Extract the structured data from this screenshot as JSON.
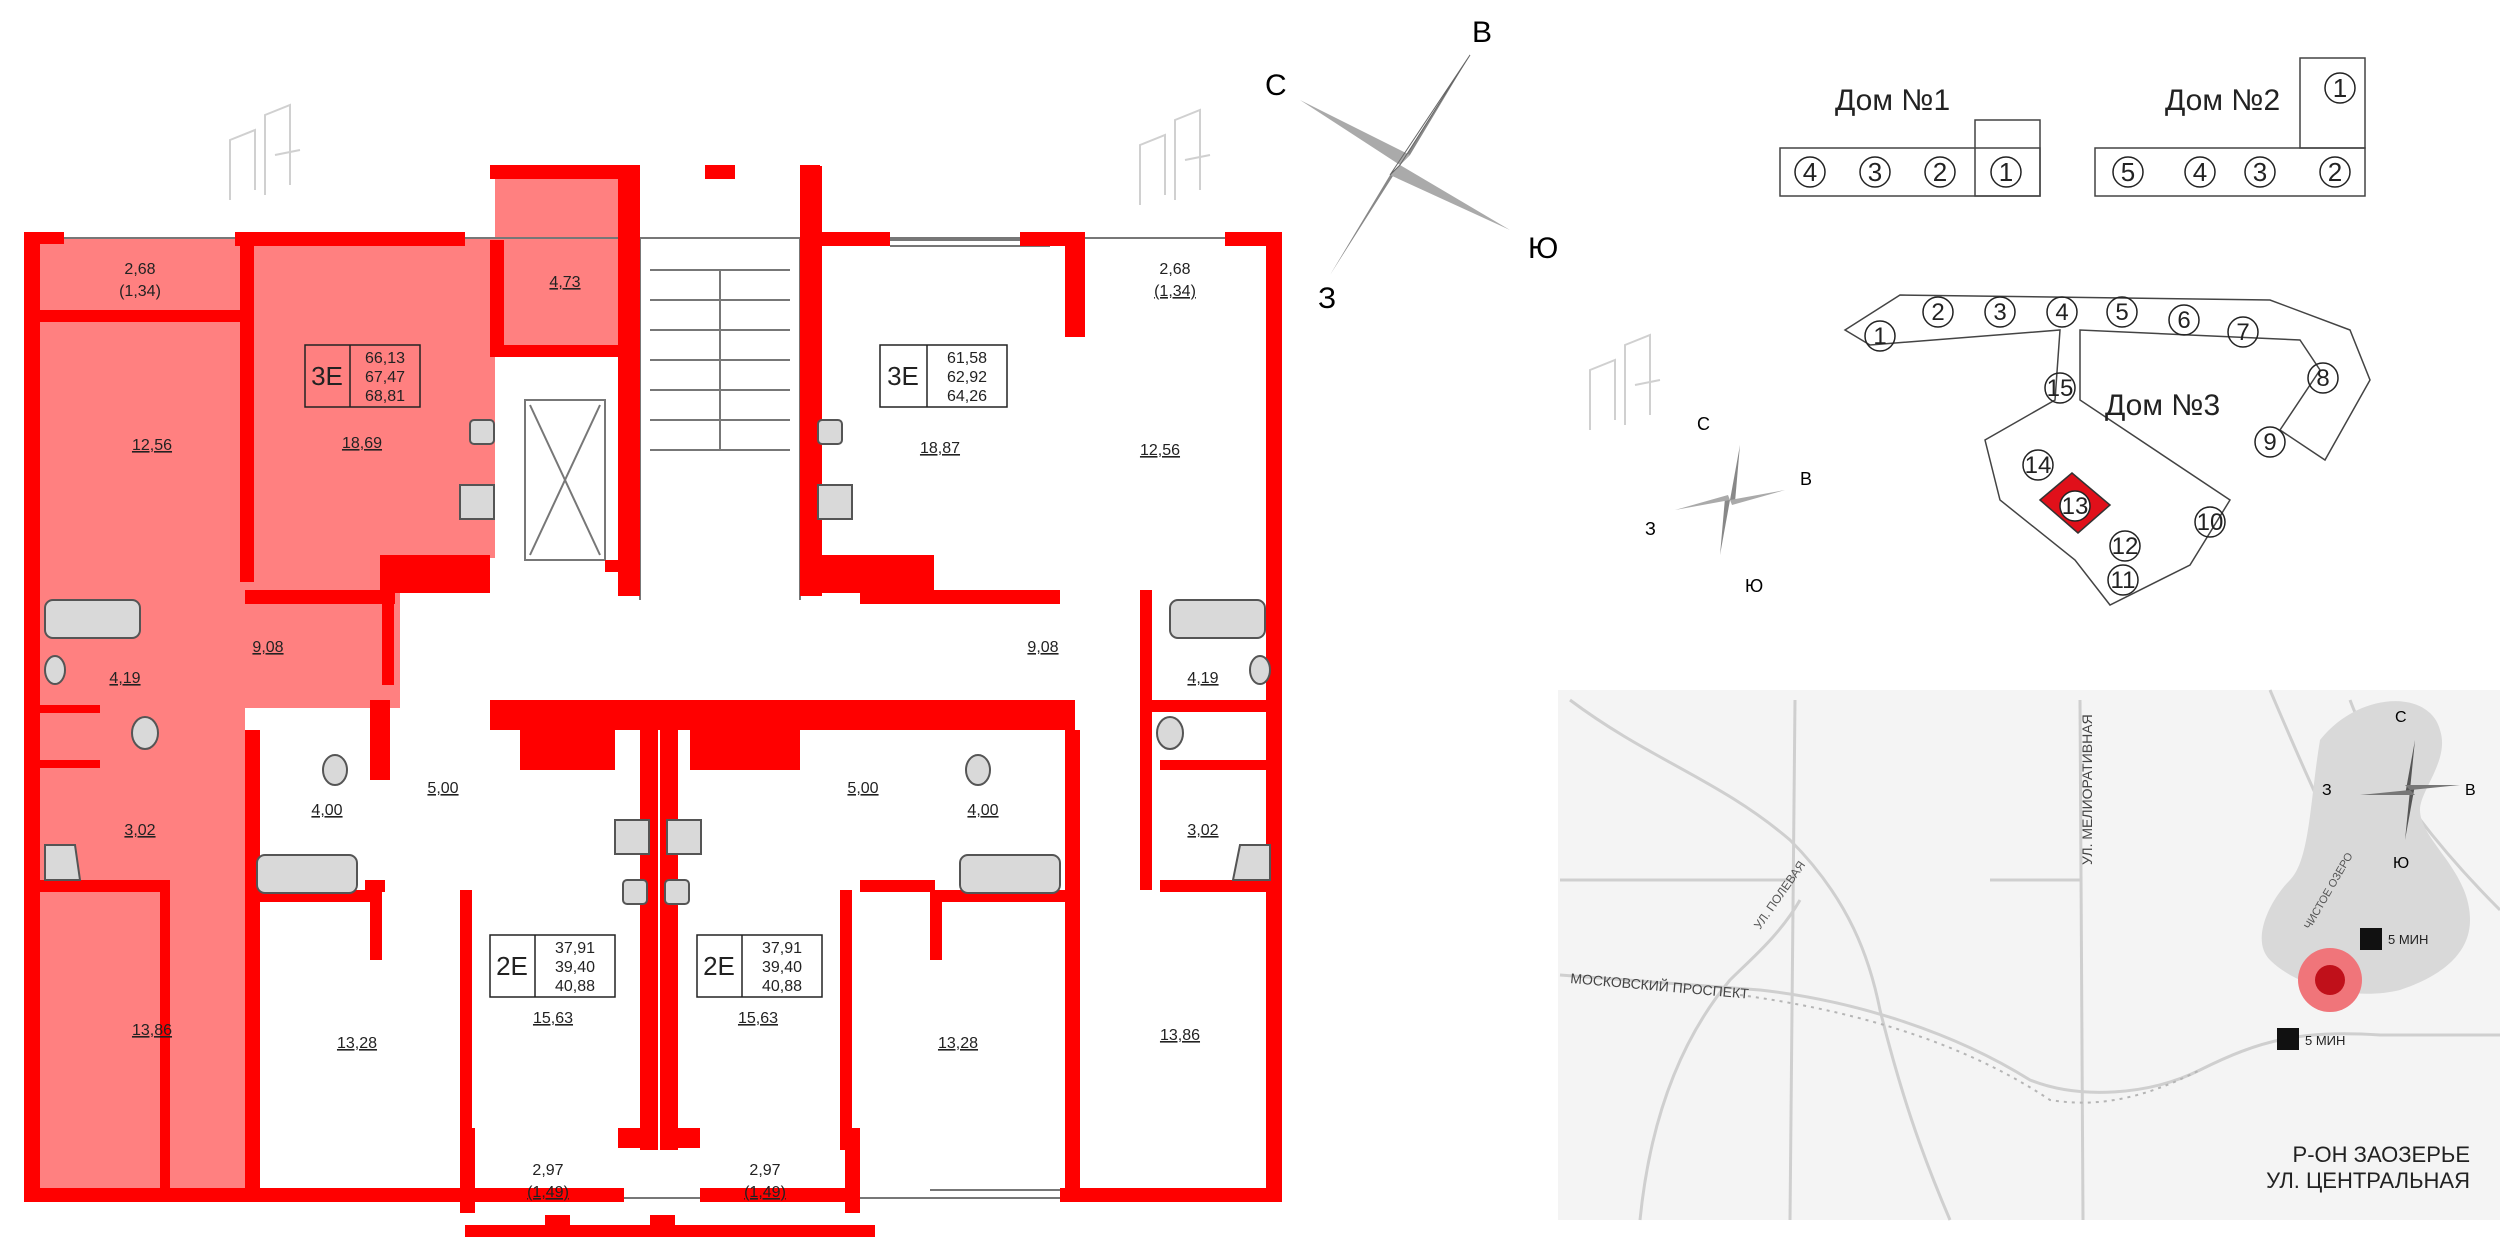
{
  "floorplan": {
    "balcony_left_area": "2,68",
    "balcony_left_sub": "(1,34)",
    "balcony_right_area": "2,68",
    "balcony_right_sub": "(1,34)",
    "loggia_top_area": "4,73",
    "room_left_top": "12,56",
    "room_right_top": "12,56",
    "kitchen_left": "18,69",
    "kitchen_right": "18,87",
    "hall_left": "9,08",
    "hall_right": "9,08",
    "bath_left": "4,19",
    "bath_right": "4,19",
    "wc_left": "3,02",
    "wc_right": "3,02",
    "room_left_bottom": "13,86",
    "room_right_bottom": "13,86",
    "bath_c_left": "4,00",
    "bath_c_right": "4,00",
    "hall_c_left": "5,00",
    "hall_c_right": "5,00",
    "room_c_left": "13,28",
    "room_c_right": "13,28",
    "studio_left": "15,63",
    "studio_right": "15,63",
    "balcony_c_left_area": "2,97",
    "balcony_c_left_sub": "(1,49)",
    "balcony_c_right_area": "2,97",
    "balcony_c_right_sub": "(1,49)",
    "units": [
      {
        "type": "3Е",
        "a": "66,13",
        "b": "67,47",
        "c": "68,81"
      },
      {
        "type": "3Е",
        "a": "61,58",
        "b": "62,92",
        "c": "64,26"
      },
      {
        "type": "2Е",
        "a": "37,91",
        "b": "39,40",
        "c": "40,88"
      },
      {
        "type": "2Е",
        "a": "37,91",
        "b": "39,40",
        "c": "40,88"
      }
    ]
  },
  "compass_main": {
    "n": "С",
    "e": "В",
    "s": "Ю",
    "w": "З"
  },
  "compass_small": {
    "n": "С",
    "e": "В",
    "s": "Ю",
    "w": "З"
  },
  "compass_map": {
    "n": "С",
    "e": "В",
    "s": "Ю",
    "w": "З"
  },
  "houses": {
    "house1_title": "Дом №1",
    "house2_title": "Дом №2",
    "house3_title": "Дом №3",
    "house1_sections": [
      "4",
      "3",
      "2",
      "1"
    ],
    "house2_sections": [
      "1",
      "5",
      "4",
      "3",
      "2"
    ],
    "house3_sections": [
      "1",
      "2",
      "3",
      "4",
      "5",
      "6",
      "7",
      "8",
      "9",
      "10",
      "11",
      "12",
      "13",
      "14",
      "15"
    ],
    "selected_section": "13"
  },
  "map": {
    "street_1": "МОСКОВСКИЙ ПРОСПЕКТ",
    "street_2": "УЛ. МЕЛИОРАТИВНАЯ",
    "street_3": "УЛ. ПОЛЕВАЯ",
    "lake": "ЧИСТОЕ ОЗЕРО",
    "bus_time_1": "5 МИН",
    "bus_time_2": "5 МИН",
    "district_line1": "Р-ОН ЗАОЗЕРЬЕ",
    "district_line2": "УЛ. ЦЕНТРАЛЬНАЯ"
  },
  "colors": {
    "accent": "#ff0000",
    "accent_fill": "#ff8080",
    "selected": "#e0101a",
    "map_road": "#cfcfcf"
  }
}
